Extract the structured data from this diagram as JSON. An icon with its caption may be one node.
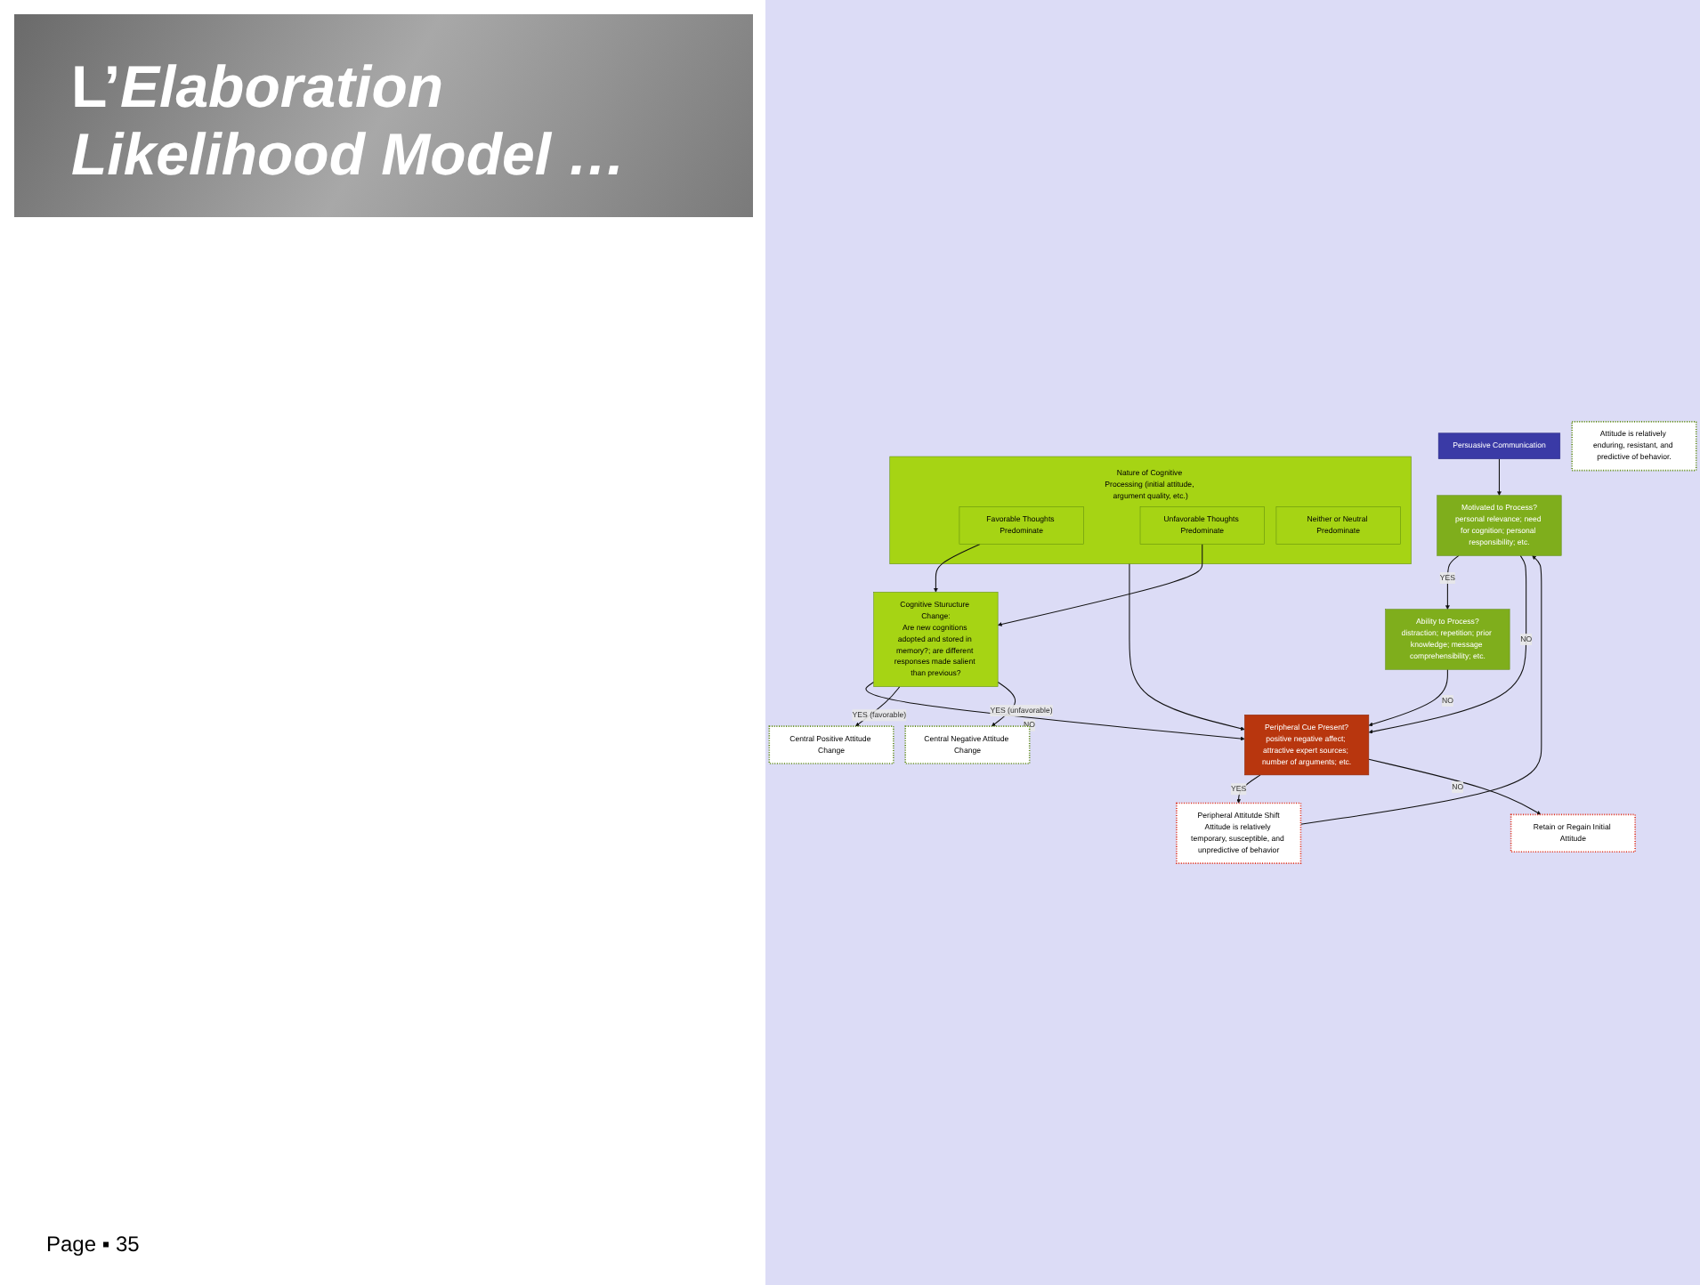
{
  "diagram": {
    "title": "L’*Elaboration Likelihood Model …*",
    "nodes": [
      {
        "text": [
          "Persuasive Communication"
        ]
      },
      {
        "text": [
          "Peripheral Attitutde Shift",
          "Attitude is relatively temporary, susceptible, and unpredictive of behavior"
        ]
      },
      {
        "text": [
          "Motivated to Process?",
          "personal relevance; need for cognition; personal responsibility; etc."
        ]
      },
      {
        "text": [
          "Peripheral Cue Present?",
          "positive negative affect; attractive expert sources; number of arguments; etc."
        ]
      },
      {
        "text": [
          "Ability to Process?",
          "distraction; repetition; prior knowledge; message comprehensibility; etc."
        ]
      },
      {
        "text": [
          "Nature of Cognitive Processing (initial attitude, argument quality, etc.)"
        ]
      },
      {
        "text": [
          "Favorable Thoughts Predominate"
        ],
        "in": 5
      },
      {
        "text": [
          "Unfavorable Thoughts Predominate"
        ],
        "in": 5
      },
      {
        "text": [
          "Neither or Neutral Predominate"
        ],
        "in": 5
      },
      {
        "text": [
          "Retain or Regain Initial Attitude"
        ]
      },
      {
        "text": [
          "Cognitive Sturucture Change:",
          "Are new cognitions adopted and stored in memory?; are different responses made salient than previous?"
        ]
      },
      {
        "text": [
          "Central Positive Attitude Change"
        ]
      },
      {
        "text": [
          "Central Negative Attitude Change"
        ]
      },
      {
        "text": [
          "Attitude is relatively enduring, resistant, and predictive of behavior."
        ]
      }
    ],
    "edges": [
      {
        "from": 0,
        "to": 2,
        "arrow": "to"
      },
      {
        "from": 1,
        "to": 2,
        "arrow": "to"
      },
      {
        "from": 2,
        "to": 4,
        "arrow": "to",
        "label": "YES"
      },
      {
        "from": 2,
        "to": 3,
        "arrow": "to",
        "label": "NO"
      },
      {
        "from": 4,
        "to": 3,
        "arrow": "to",
        "label": "NO"
      },
      {
        "from": 3,
        "to": 1,
        "arrow": "to",
        "label": "YES"
      },
      {
        "from": 5,
        "to": 3,
        "arrow": "to"
      },
      {
        "from": 3,
        "to": 9,
        "arrow": "to",
        "label": "NO"
      },
      {
        "from": 6,
        "to": 10,
        "arrow": "to"
      },
      {
        "from": 7,
        "to": 10,
        "arrow": "to"
      },
      {
        "from": 10,
        "to": 3,
        "arrow": "to",
        "label": "NO"
      },
      {
        "from": 10,
        "to": 11,
        "arrow": "to",
        "label": "YES (favorable)"
      },
      {
        "from": 10,
        "to": 12,
        "arrow": "to",
        "label": "YES (unfavorable)"
      }
    ],
    "labels": [
      "Page ▪ 35"
    ]
  }
}
